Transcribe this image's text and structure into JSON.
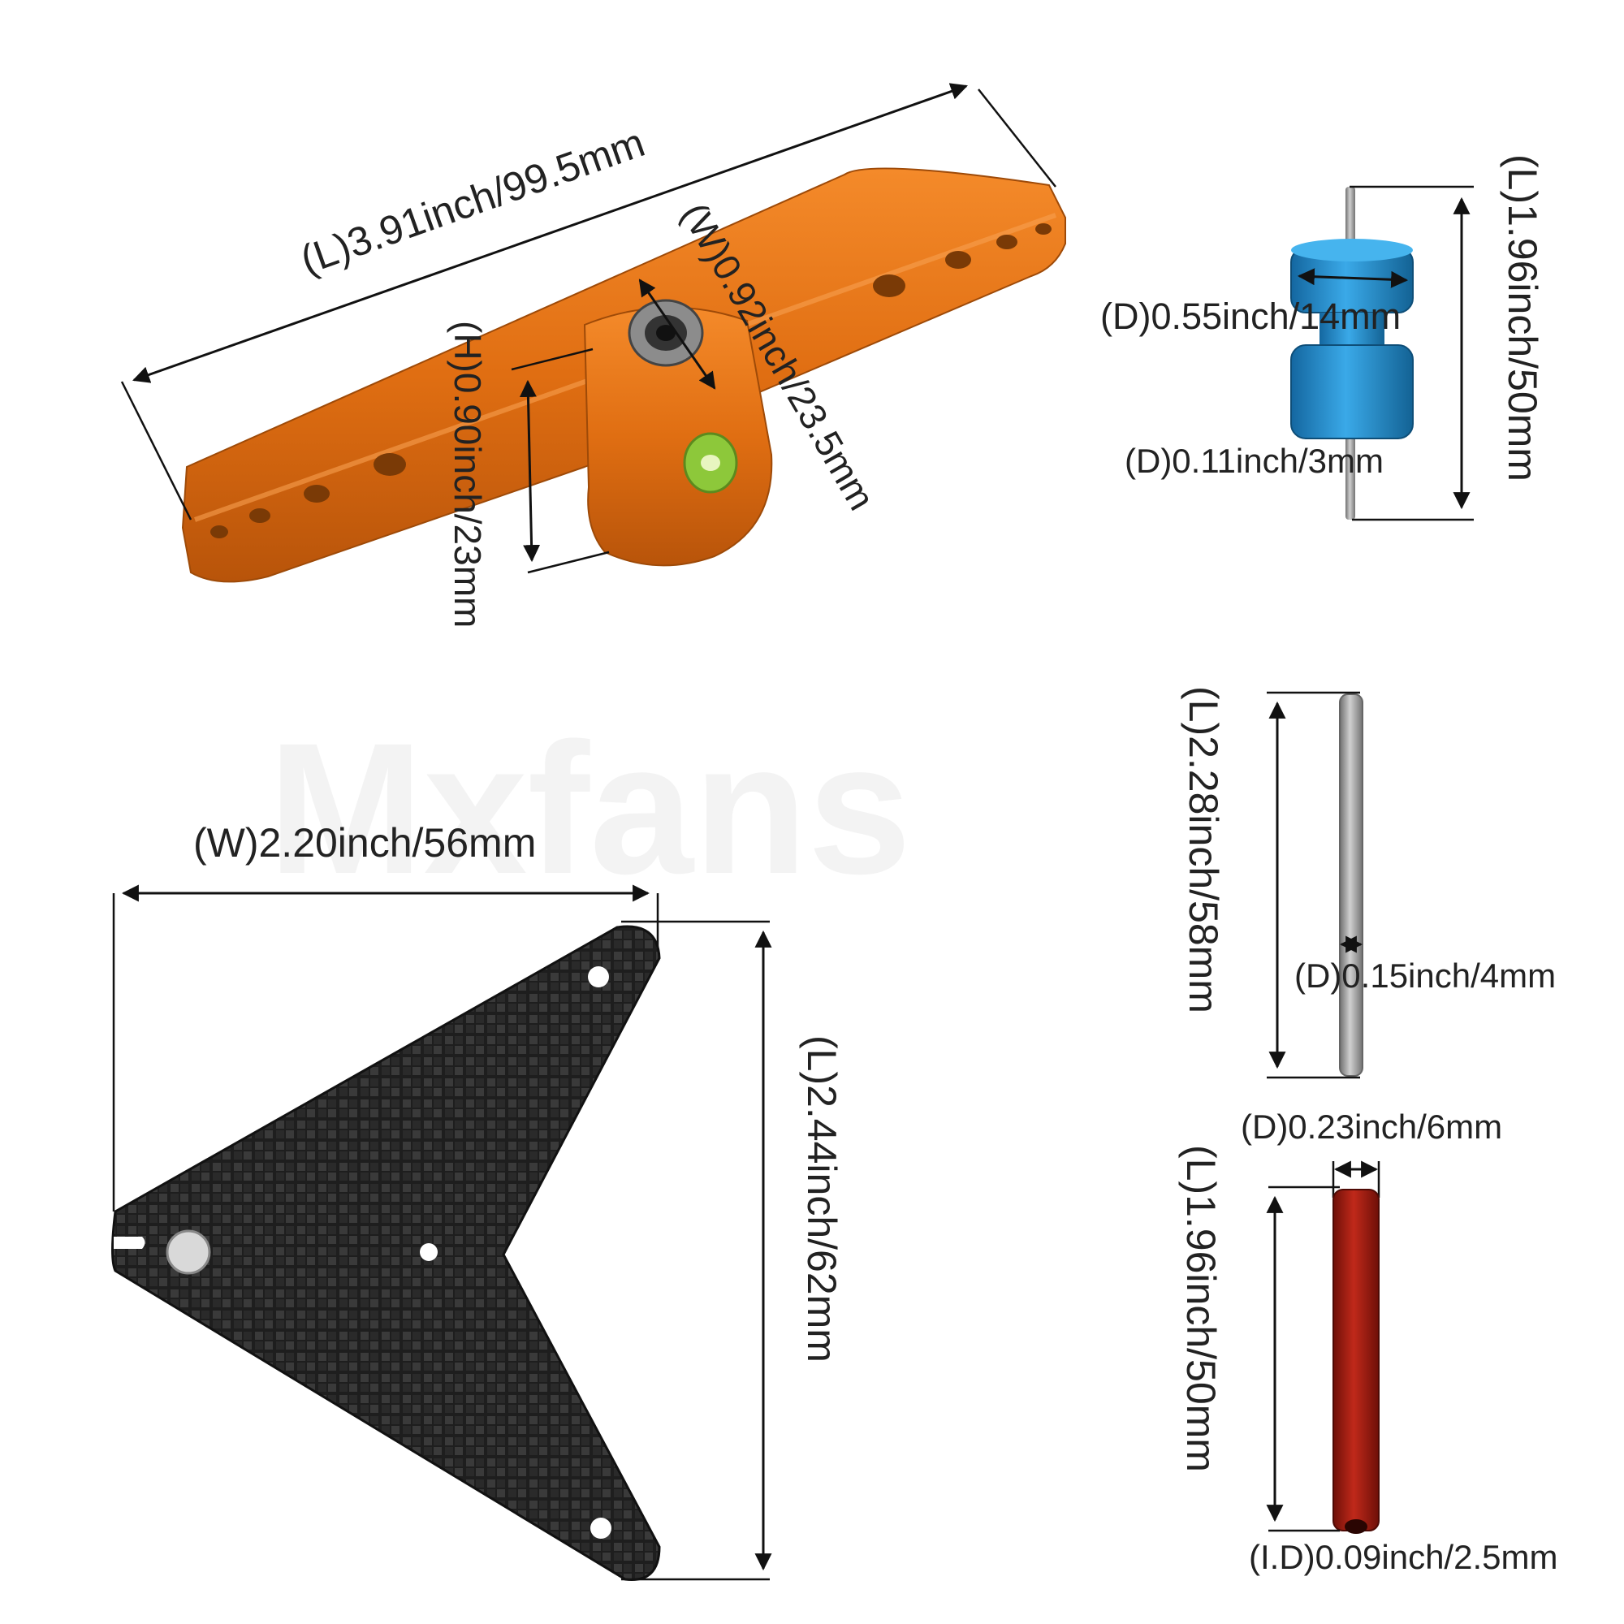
{
  "watermark": "Mxfans",
  "colors": {
    "orange": "#E06E12",
    "blue": "#1E88C8",
    "red": "#9E1B10",
    "carbon": "#2B2B2B",
    "steel": "#9A9A9A"
  },
  "labels": {
    "handle_length": "(L)3.91inch/99.5mm",
    "handle_width": "(W)0.92inch/23.5mm",
    "handle_height": "(H)0.90inch/23mm",
    "knob_length": "(L)1.96inch/50mm",
    "knob_diameter": "(D)0.55inch/14mm",
    "knob_shaft_diameter": "(D)0.11inch/3mm",
    "plate_width": "(W)2.20inch/56mm",
    "plate_length": "(L)2.44inch/62mm",
    "rod_length": "(L)2.28inch/58mm",
    "rod_diameter": "(D)0.15inch/4mm",
    "tube_diameter": "(D)0.23inch/6mm",
    "tube_length": "(L)1.96inch/50mm",
    "tube_inner_diameter": "(I.D)0.09inch/2.5mm"
  }
}
